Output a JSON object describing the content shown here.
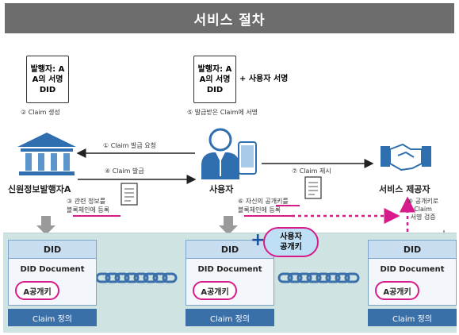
{
  "header": {
    "title": "서비스 절차"
  },
  "docs": {
    "issuer_claim": {
      "lines": [
        "발행자: A",
        "A의 서명",
        "DID"
      ]
    },
    "user_claim": {
      "lines": [
        "발행자: A",
        "A의 서명",
        "DID"
      ]
    },
    "user_sign_note": "+ 사용자 서명"
  },
  "steps": {
    "s1": "① Claim 발급 요청",
    "s2": "② Claim 생성",
    "s3": [
      "③ 관련 정보를",
      "블록체인에 등록"
    ],
    "s4": "④ Claim 발급",
    "s5": "⑤ 발급받은 Claim에 서명",
    "s6": [
      "⑥ 자신의 공개키를",
      "블록체인에 등록"
    ],
    "s7": "⑦ Claim 제시",
    "s8": [
      "⑧ 공개키로",
      "Claim",
      "서명 검증"
    ]
  },
  "actors": {
    "issuer": "신원정보발행자A",
    "user": "사용자",
    "provider": "서비스 제공자"
  },
  "user_key": {
    "lines": [
      "사용자",
      "공개키"
    ]
  },
  "plus_sign": "+",
  "chain": {
    "nodes": [
      {
        "did": "DID",
        "doc": "DID Document",
        "key": "A공개키",
        "claim": "Claim 정의"
      },
      {
        "did": "DID",
        "doc": "DID Document",
        "key": "A공개키",
        "claim": "Claim 정의"
      },
      {
        "did": "DID",
        "doc": "DID Document",
        "key": "A공개키",
        "claim": "Claim 정의"
      }
    ]
  },
  "colors": {
    "header": "#6d6d6d",
    "accent": "#d81b8a",
    "chain_bg": "#cfe3e3",
    "claim_bar": "#3a6fa8",
    "plus": "#1d4fa0"
  }
}
